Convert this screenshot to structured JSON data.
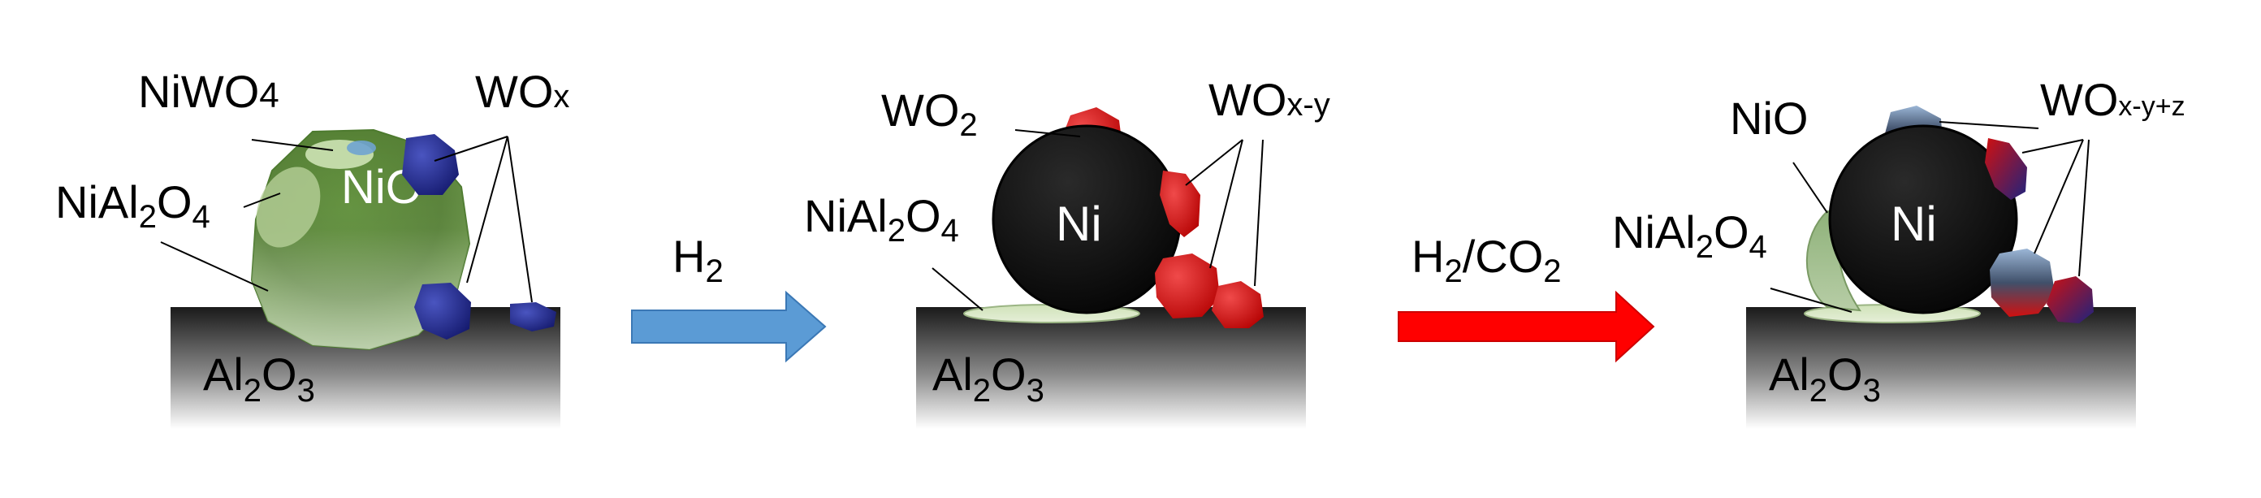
{
  "panels": [
    {
      "support": {
        "base": "Al",
        "sub1": "2",
        "mid": "O",
        "sub2": "3"
      },
      "core": {
        "text": "NiO"
      },
      "labels": {
        "tungstate": {
          "base": "NiWO",
          "sub": "4"
        },
        "wox": {
          "base": "WO",
          "sub": "x"
        },
        "aluminate": {
          "pre": "NiAl",
          "sub1": "2",
          "mid": "O",
          "sub2": "4"
        }
      }
    },
    {
      "support": {
        "base": "Al",
        "sub1": "2",
        "mid": "O",
        "sub2": "3"
      },
      "core": {
        "text": "Ni"
      },
      "labels": {
        "wo2": {
          "base": "WO",
          "sub": "2"
        },
        "wox": {
          "base": "WO",
          "sub": "x-y"
        },
        "aluminate": {
          "pre": "NiAl",
          "sub1": "2",
          "mid": "O",
          "sub2": "4"
        }
      }
    },
    {
      "support": {
        "base": "Al",
        "sub1": "2",
        "mid": "O",
        "sub2": "3"
      },
      "core": {
        "text": "Ni"
      },
      "labels": {
        "nio": {
          "text": "NiO"
        },
        "wox": {
          "base": "WO",
          "sub": "x-y+z"
        },
        "aluminate": {
          "pre": "NiAl",
          "sub1": "2",
          "mid": "O",
          "sub2": "4"
        }
      }
    }
  ],
  "arrows": [
    {
      "label": {
        "base": "H",
        "sub": "2"
      },
      "color": "#5b9bd5"
    },
    {
      "label": {
        "base": "H",
        "sub1": "2",
        "mid": "/CO",
        "sub2": "2"
      },
      "color": "#ff0000"
    }
  ],
  "colors": {
    "nio_green": "#6f9b4b",
    "ni_black": "#111111",
    "wox_blue": "#1e237e",
    "wox_red": "#d01010",
    "support_top": "#1a1a1a",
    "support_bottom": "#ffffff"
  }
}
